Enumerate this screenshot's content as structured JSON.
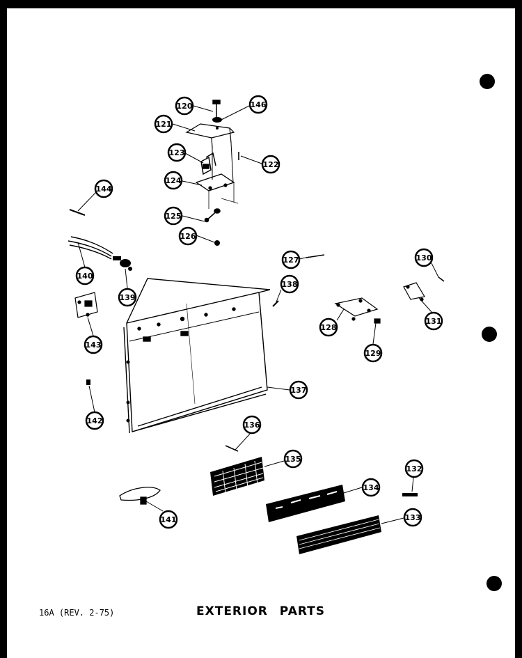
{
  "footer": {
    "code": "16A (REV. 2-75)",
    "title": "EXTERIOR PARTS"
  },
  "callouts": [
    {
      "id": "c120",
      "label": "120"
    },
    {
      "id": "c146",
      "label": "146"
    },
    {
      "id": "c121",
      "label": "121"
    },
    {
      "id": "c123",
      "label": "123"
    },
    {
      "id": "c122",
      "label": "122"
    },
    {
      "id": "c124",
      "label": "124"
    },
    {
      "id": "c144",
      "label": "144"
    },
    {
      "id": "c125",
      "label": "125"
    },
    {
      "id": "c126",
      "label": "126"
    },
    {
      "id": "c127",
      "label": "127"
    },
    {
      "id": "c130",
      "label": "130"
    },
    {
      "id": "c140",
      "label": "140"
    },
    {
      "id": "c139",
      "label": "139"
    },
    {
      "id": "c138",
      "label": "138"
    },
    {
      "id": "c131",
      "label": "131"
    },
    {
      "id": "c128",
      "label": "128"
    },
    {
      "id": "c143",
      "label": "143"
    },
    {
      "id": "c129",
      "label": "129"
    },
    {
      "id": "c137",
      "label": "137"
    },
    {
      "id": "c142",
      "label": "142"
    },
    {
      "id": "c136",
      "label": "136"
    },
    {
      "id": "c135",
      "label": "135"
    },
    {
      "id": "c132",
      "label": "132"
    },
    {
      "id": "c134",
      "label": "134"
    },
    {
      "id": "c141",
      "label": "141"
    },
    {
      "id": "c133",
      "label": "133"
    }
  ]
}
